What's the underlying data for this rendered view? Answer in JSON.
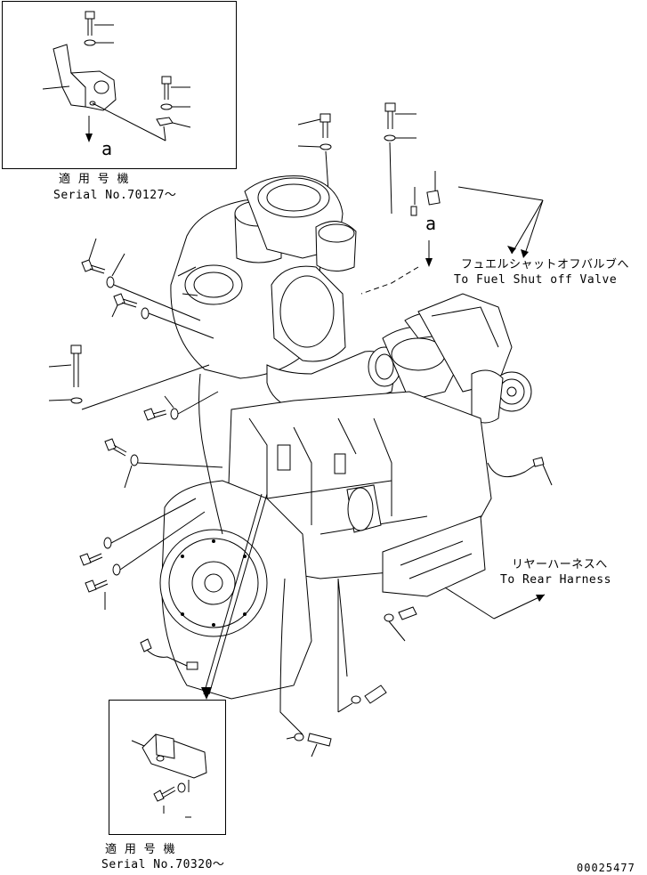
{
  "insets": {
    "top": {
      "arrow_letter": "a",
      "applicable": "適 用 号 機",
      "serial": "Serial No.70127～"
    },
    "bottom": {
      "applicable": "適 用 号 機",
      "serial": "Serial No.70320～"
    }
  },
  "main": {
    "arrow_letter": "a"
  },
  "callouts": {
    "fuel_valve_jp": "フュエルシャットオフバルブへ",
    "fuel_valve_en": "To Fuel Shut off Valve",
    "rear_harness_jp": "リヤーハーネスへ",
    "rear_harness_en": "To Rear Harness"
  },
  "drawing_number": "00025477"
}
